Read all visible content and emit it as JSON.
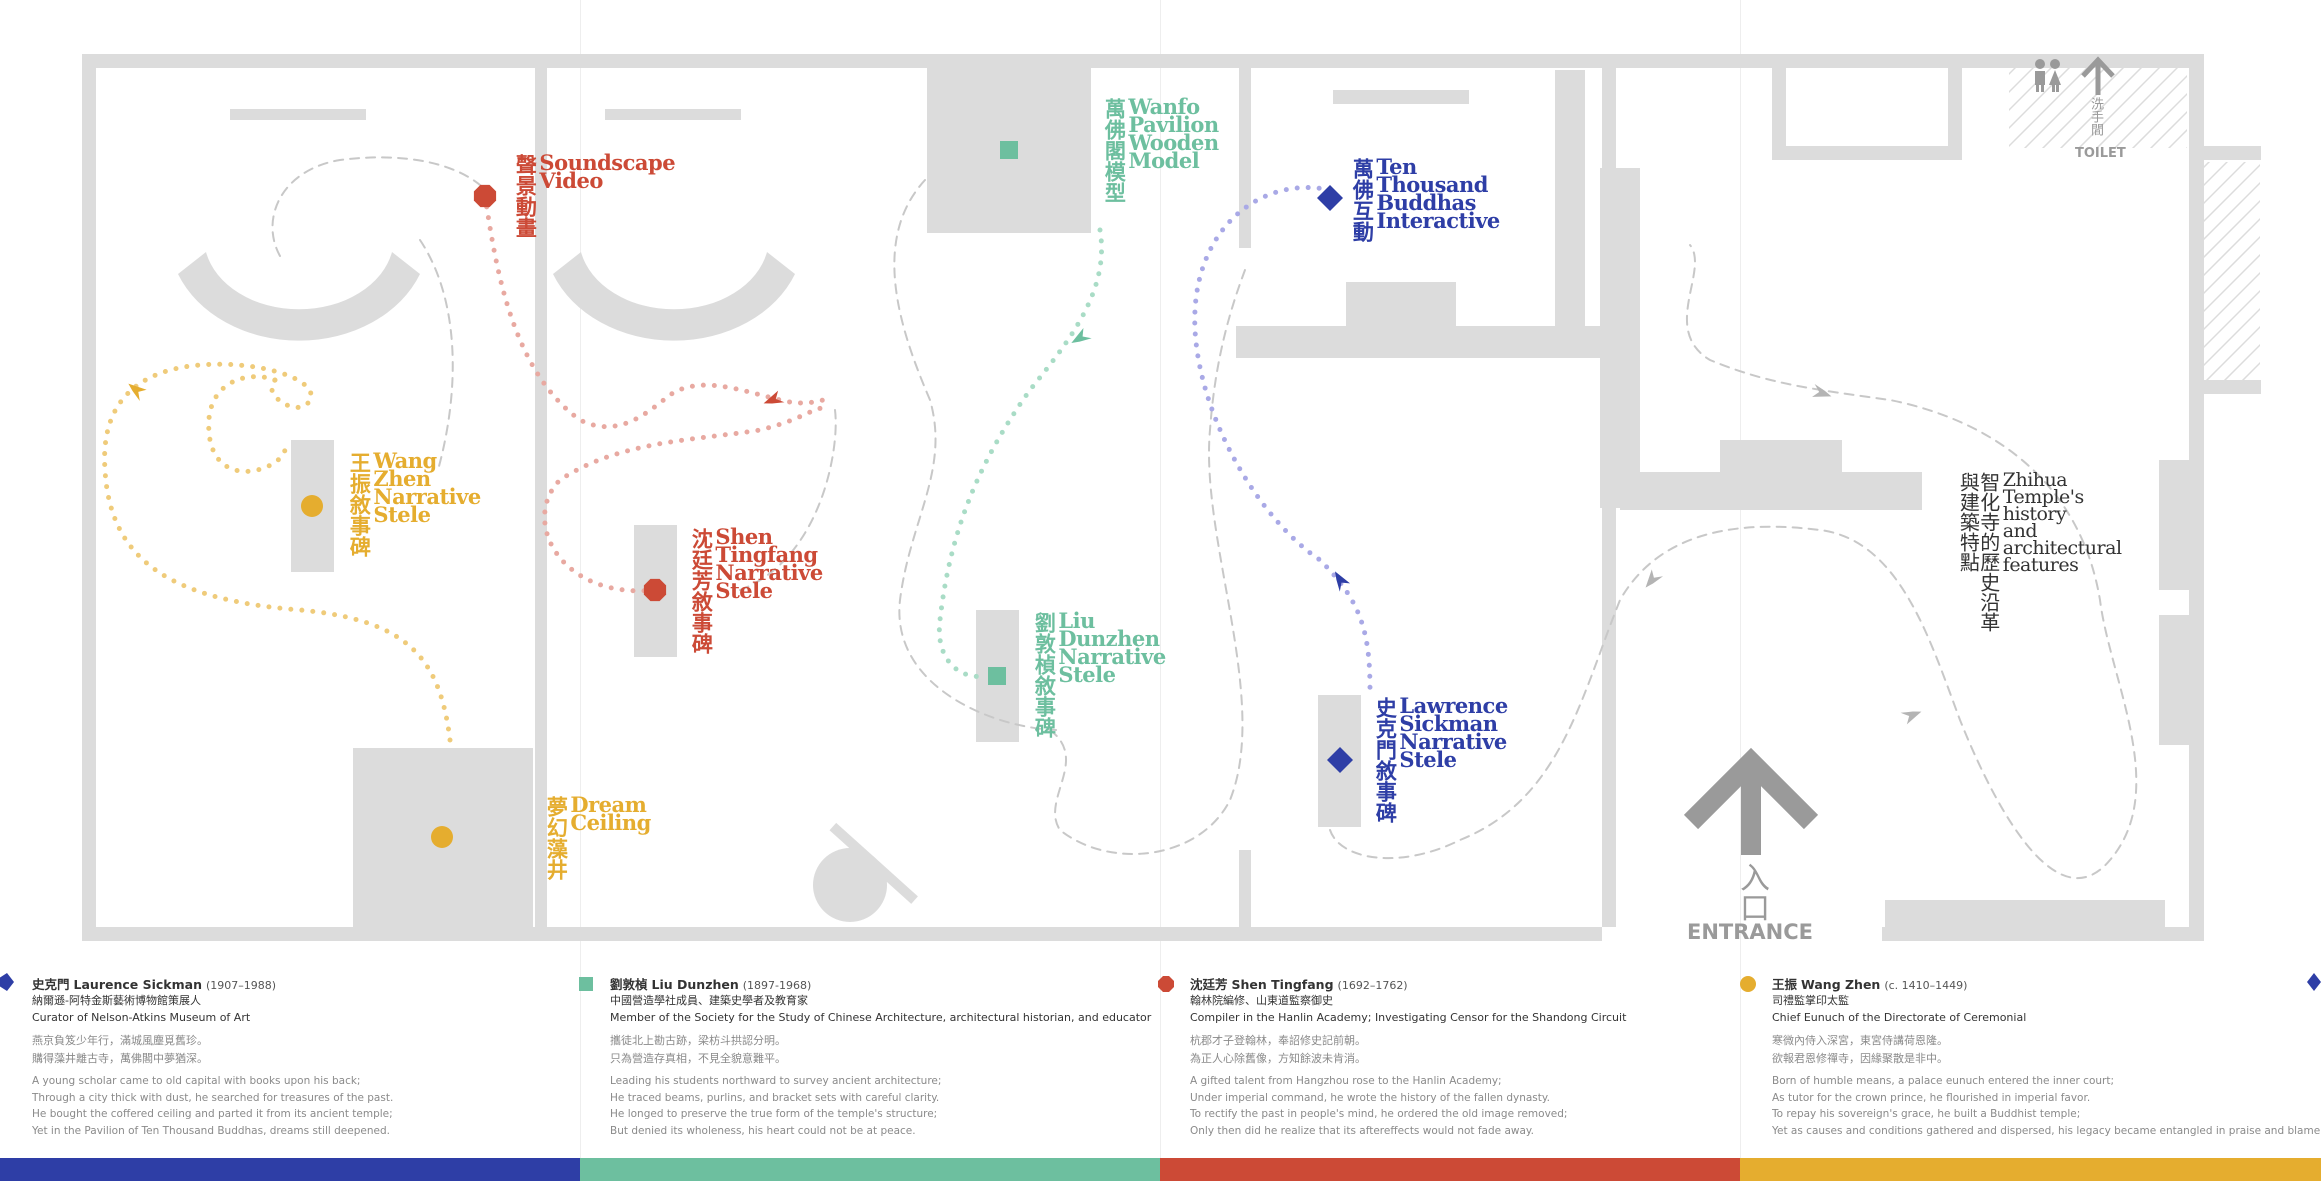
{
  "colors": {
    "blue": "#2e3ea6",
    "green": "#6dbf9f",
    "red": "#cc4a36",
    "gold": "#e5ad2f",
    "wall": "#dcdcdc",
    "grey_text": "#9a9a9a",
    "path_red": "#e8a9a1",
    "path_gold": "#efcb7a",
    "path_green": "#a9dcc6",
    "path_blue": "#a9a9e6"
  },
  "map": {
    "labels": {
      "soundscape": {
        "zh": "聲景動畫",
        "en": "Soundscape\nVideo"
      },
      "wanfo_model": {
        "zh": "萬佛閣模型",
        "en": "Wanfo\nPavilion\nWooden\nModel"
      },
      "ten_thousand": {
        "zh": "萬佛互動",
        "en": "Ten\nThousand\nBuddhas\nInteractive"
      },
      "wang_stele": {
        "zh": "王振敘事碑",
        "en": "Wang\nZhen\nNarrative\nStele"
      },
      "shen_stele": {
        "zh": "沈廷芳敘事碑",
        "en": "Shen\nTingfang\nNarrative\nStele"
      },
      "liu_stele": {
        "zh": "劉敦楨敘事碑",
        "en": "Liu\nDunzhen\nNarrative\nStele"
      },
      "sickman_stele": {
        "zh": "史克門敘事碑",
        "en": "Lawrence\nSickman\nNarrative\nStele"
      },
      "dream_ceiling": {
        "zh": "夢幻藻井",
        "en": "Dream\nCeiling"
      },
      "zhihua": {
        "zh": "智化寺的歷史沿革與建築特點",
        "en": "Zhihua\nTemple's\nhistory\nand\narchitectural\nfeatures"
      }
    },
    "toilet": {
      "zh": "洗手間",
      "en": "TOILET",
      "icon": "restroom-icon"
    },
    "entrance": {
      "zh": "入口",
      "en": "ENTRANCE",
      "icon": "arrow-up-icon"
    }
  },
  "legend": [
    {
      "marker": "diamond",
      "name_zh": "史克門",
      "name_en": "Laurence Sickman",
      "dates": "(1907–1988)",
      "role_zh": "納爾遜-阿特金斯藝術博物館策展人",
      "role_en": "Curator of Nelson-Atkins Museum of Art",
      "poem": [
        "燕京負笈少年行，滿城風塵覓舊珍。",
        "購得藻井離古寺，萬佛閣中夢猶深。"
      ],
      "english": [
        "A young scholar came to old capital with books upon his back;",
        "Through a city thick with dust, he searched for treasures of the past.",
        "He bought the coffered ceiling and parted it from its ancient temple;",
        "Yet in the Pavilion of Ten Thousand Buddhas, dreams still deepened."
      ]
    },
    {
      "marker": "square",
      "name_zh": "劉敦楨",
      "name_en": "Liu Dunzhen",
      "dates": "(1897-1968)",
      "role_zh": "中國營造學社成員、建築史學者及教育家",
      "role_en": "Member of the Society for the Study of Chinese Architecture, architectural historian, and educator",
      "poem": [
        "攜徒北上勘古跡，梁枋斗拱認分明。",
        "只為營造存真相，不見全貌意難平。"
      ],
      "english": [
        "Leading his students northward to survey ancient architecture;",
        "He traced beams, purlins, and bracket sets with careful clarity.",
        "He longed to preserve the true form of the temple's structure;",
        "But denied its wholeness, his heart could not be at peace."
      ]
    },
    {
      "marker": "octagon",
      "name_zh": "沈廷芳",
      "name_en": "Shen Tingfang",
      "dates": "(1692–1762)",
      "role_zh": "翰林院編修、山東道監察御史",
      "role_en": "Compiler in the Hanlin Academy; Investigating Censor for the Shandong Circuit",
      "poem": [
        "杭郡才子登翰林，奉詔修史記前朝。",
        "為正人心除舊像，方知餘波未肯消。"
      ],
      "english": [
        "A gifted talent from Hangzhou rose to the Hanlin Academy;",
        "Under imperial command, he wrote the history of the fallen dynasty.",
        "To rectify the past in people's mind, he ordered the old image removed;",
        "Only then did he realize that its aftereffects would not fade away."
      ]
    },
    {
      "marker": "circle",
      "name_zh": "王振",
      "name_en": "Wang Zhen",
      "dates": "(c. 1410–1449)",
      "role_zh": "司禮監掌印太監",
      "role_en": "Chief Eunuch of the Directorate of Ceremonial",
      "poem": [
        "寒微內侍入深宮，東宮侍講荷恩隆。",
        "欲報君恩修禪寺，因緣聚散是非中。"
      ],
      "english": [
        "Born of humble means, a palace eunuch entered the inner court;",
        "As tutor for the crown prince, he flourished in imperial favor.",
        "To repay his sovereign's grace, he built a Buddhist temple;",
        "Yet as causes and conditions gathered and dispersed, his legacy became entangled in praise and blame."
      ]
    }
  ]
}
